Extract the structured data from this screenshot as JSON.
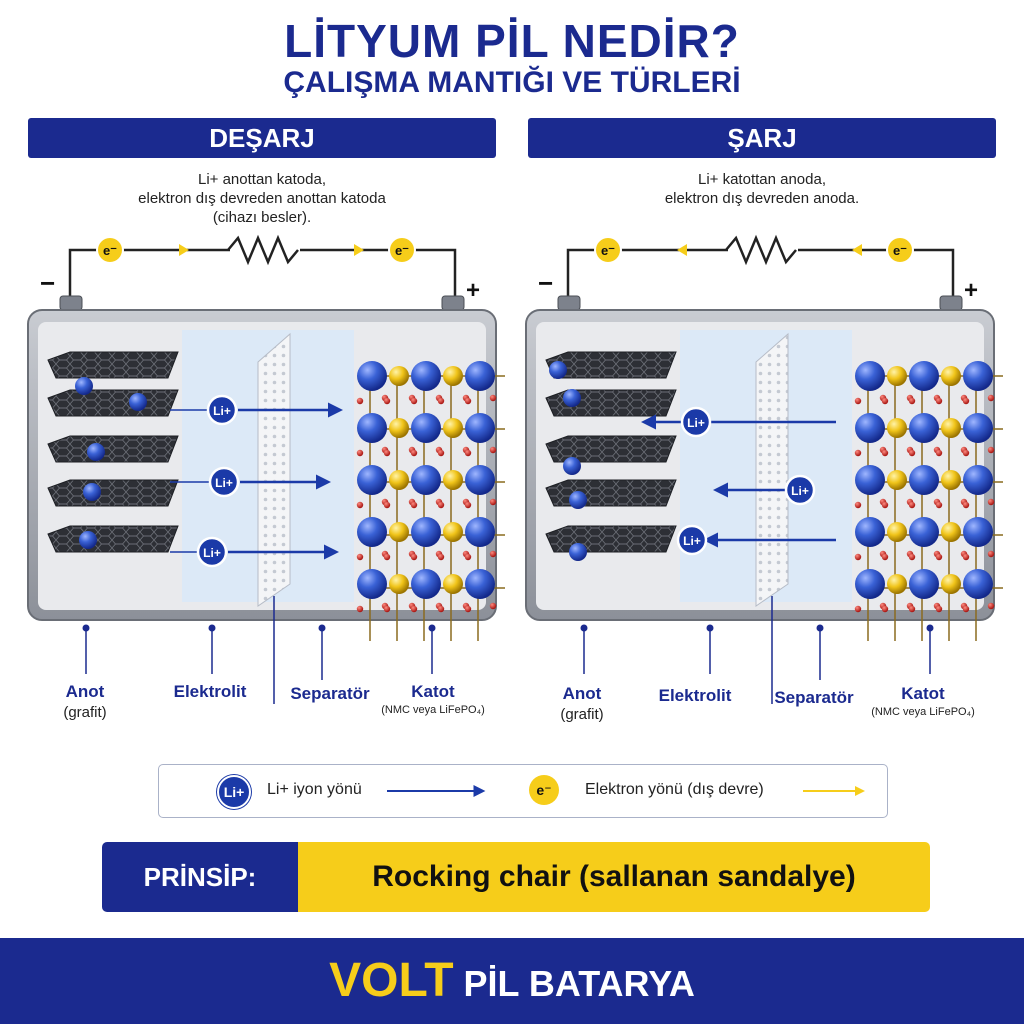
{
  "header": {
    "title": "LİTYUM PİL NEDİR?",
    "subtitle": "ÇALIŞMA MANTIĞI VE TÜRLERİ"
  },
  "panels": [
    {
      "heading": "DEŞARJ",
      "desc_lines": [
        "Li+ anottan katoda,",
        "elektron dış devreden anottan katoda",
        "(cihazı besler)."
      ],
      "minus": "−",
      "plus": "+",
      "electron": "e⁻",
      "ion": "Li+",
      "ion_direction": "right",
      "labels": {
        "anode": "Anot",
        "anode_sub": "(grafit)",
        "electrolyte": "Elektrolit",
        "separator": "Separatör",
        "cathode": "Katot",
        "cathode_sub": "(NMC veya LiFePO₄)"
      }
    },
    {
      "heading": "ŞARJ",
      "desc_lines": [
        "Li+ katottan anoda,",
        "elektron dış devreden anoda."
      ],
      "minus": "−",
      "plus": "+",
      "electron": "e⁻",
      "ion": "Li+",
      "ion_direction": "left",
      "labels": {
        "anode": "Anot",
        "anode_sub": "(grafit)",
        "electrolyte": "Elektrolit",
        "separator": "Separatör",
        "cathode": "Katot",
        "cathode_sub": "(NMC veya LiFePO₄)"
      }
    }
  ],
  "legend": {
    "ion_badge": "Li+",
    "ion_text": "Li+ iyon yönü",
    "electron_badge": "e⁻",
    "electron_text": "Elektron yönü (dış devre)"
  },
  "principle": {
    "label": "PRİNSİP:",
    "text": "Rocking chair (sallanan sandalye)"
  },
  "footer": {
    "brand": "VOLT",
    "rest": "PİL BATARYA"
  },
  "colors": {
    "navy": "#1b2a8f",
    "yellow": "#f6cd1a",
    "ion_blue": "#2f56c6",
    "oxygen_red": "#d0221e",
    "electrolyte": "#dce9f7"
  }
}
